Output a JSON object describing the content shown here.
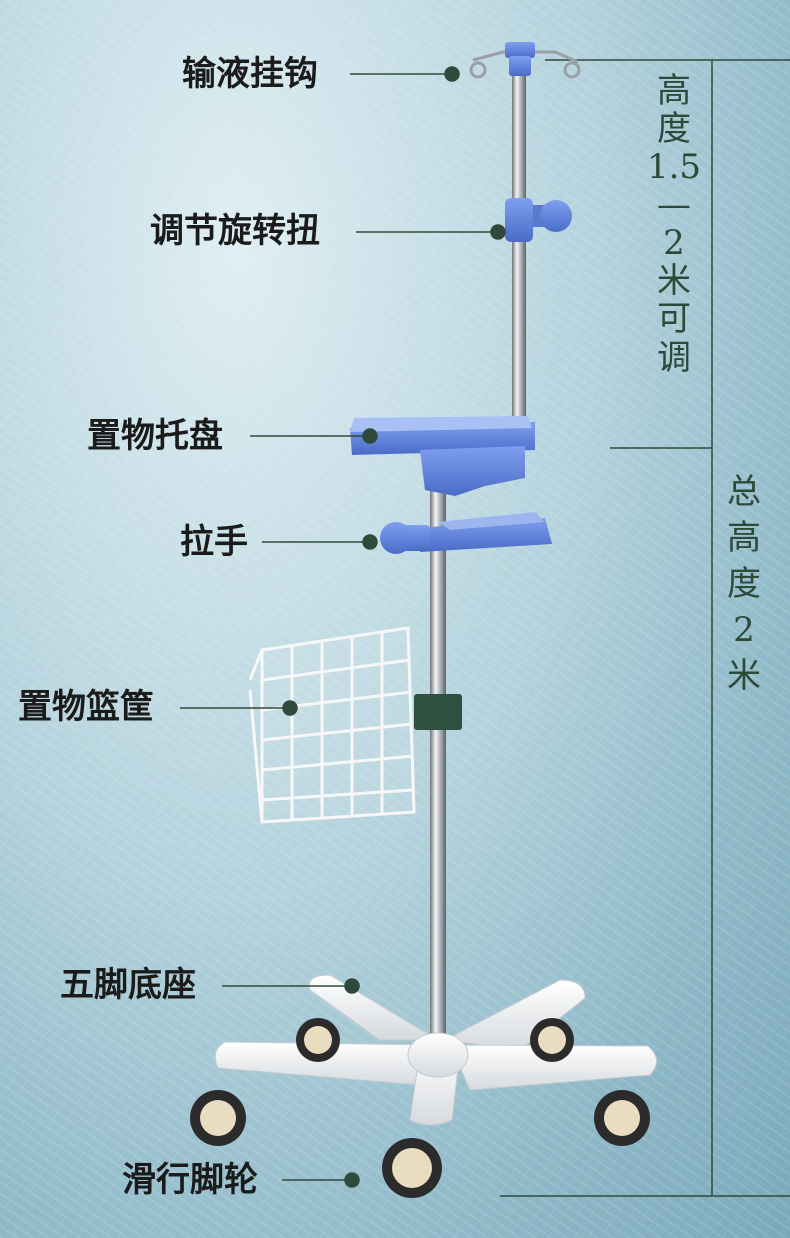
{
  "labels": {
    "hook": "输液挂钩",
    "knob": "调节旋转扭",
    "tray": "置物托盘",
    "handle": "拉手",
    "basket": "置物篮筐",
    "base": "五脚底座",
    "wheels": "滑行脚轮"
  },
  "dimensions": {
    "adjustable_height": [
      "高",
      "度",
      "1.5",
      "—",
      "2",
      "米",
      "可",
      "调"
    ],
    "total_height": [
      "总",
      "高",
      "度",
      "2",
      "米"
    ]
  },
  "colors": {
    "leader_line": "#2f4a3a",
    "accent_blue": "#5b7fd6",
    "base_white": "#f3f4f6"
  }
}
